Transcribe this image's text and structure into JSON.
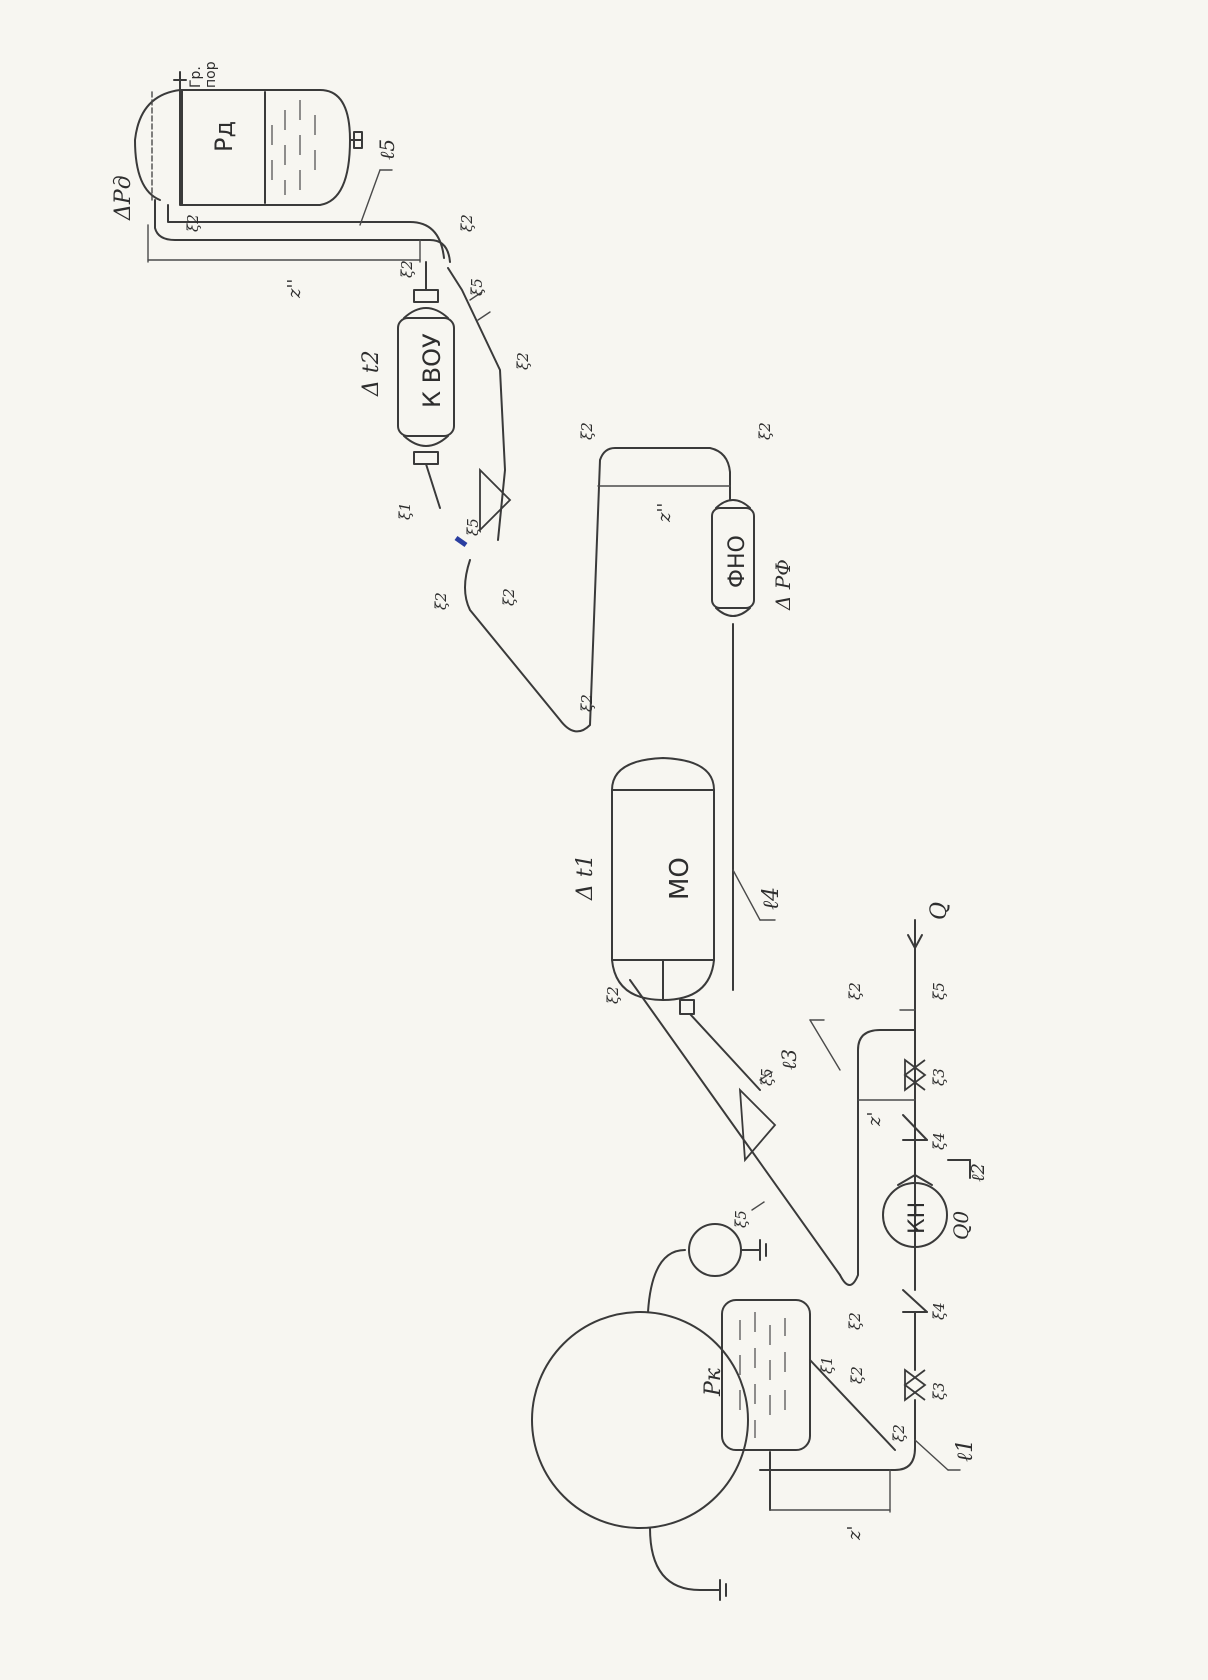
{
  "labels": {
    "gr_por_1": "Гр.",
    "gr_por_2": "пор",
    "pd": "Pд",
    "delta_pd": "ΔPд",
    "l5": "ℓ5",
    "z_top": "z''",
    "kvou": "К ВОУ",
    "delta_t2": "Δ t2",
    "z_mid": "z''",
    "fno": "ФНО",
    "delta_pf": "Δ PФ",
    "mo": "МО",
    "delta_t1": "Δ t1",
    "l4": "ℓ4",
    "l3": "ℓ3",
    "q": "Q",
    "z_low": "z'",
    "kn": "КН",
    "q0": "Q0",
    "l2": "ℓ2",
    "pk": "Pк",
    "l1": "ℓ1",
    "z_bottom": "z'"
  },
  "xi": {
    "x1": "ξ1",
    "x2": "ξ2",
    "x3": "ξ3",
    "x4": "ξ4",
    "x5": "ξ5"
  }
}
